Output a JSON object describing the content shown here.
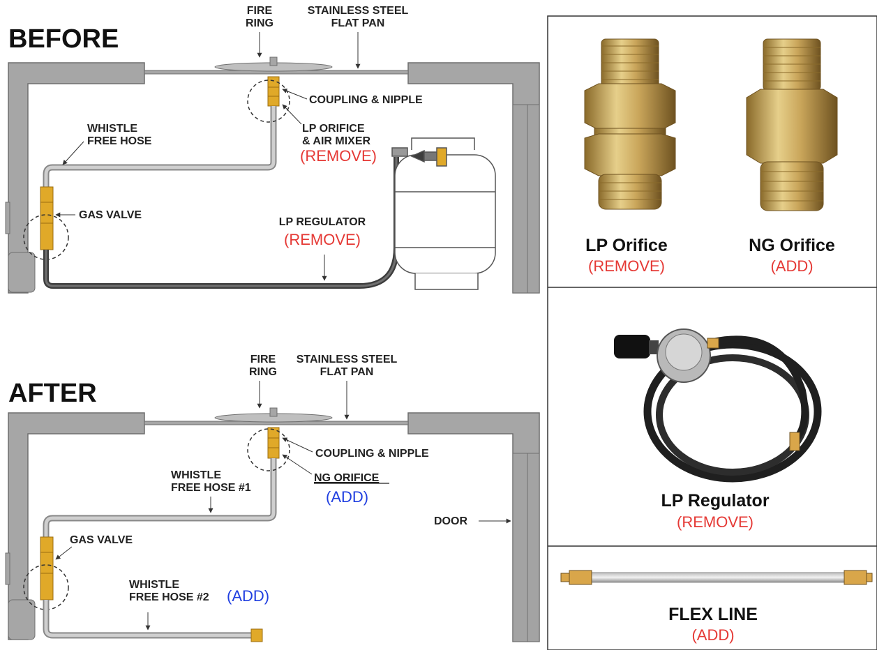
{
  "before": {
    "heading": "BEFORE",
    "fire_ring": [
      "FIRE",
      "RING"
    ],
    "flat_pan": [
      "STAINLESS STEEL",
      "FLAT PAN"
    ],
    "coupling": "COUPLING & NIPPLE",
    "lp_orifice": [
      "LP ORIFICE",
      "& AIR MIXER"
    ],
    "lp_orifice_action": "(REMOVE)",
    "hose": [
      "WHISTLE",
      "FREE HOSE"
    ],
    "gas_valve": "GAS VALVE",
    "regulator": "LP REGULATOR",
    "regulator_action": "(REMOVE)"
  },
  "after": {
    "heading": "AFTER",
    "fire_ring": [
      "FIRE",
      "RING"
    ],
    "flat_pan": [
      "STAINLESS STEEL",
      "FLAT PAN"
    ],
    "coupling": "COUPLING & NIPPLE",
    "hose1": [
      "WHISTLE",
      "FREE HOSE #1"
    ],
    "ng_orifice": "NG ORIFICE",
    "ng_orifice_action": "(ADD)",
    "gas_valve": "GAS VALVE",
    "door": "DOOR",
    "hose2": [
      "WHISTLE",
      "FREE HOSE #2"
    ],
    "hose2_action": "(ADD)"
  },
  "parts": {
    "lp_orifice": {
      "name": "LP Orifice",
      "action": "(REMOVE)"
    },
    "ng_orifice": {
      "name": "NG Orifice",
      "action": "(ADD)"
    },
    "lp_regulator": {
      "name": "LP Regulator",
      "action": "(REMOVE)"
    },
    "flex_line": {
      "name": "FLEX LINE",
      "action": "(ADD)"
    }
  },
  "colors": {
    "remove": "#e53935",
    "add": "#1f3ee0",
    "structure_gray": "#a6a6a6",
    "brass": "#e0a929"
  }
}
